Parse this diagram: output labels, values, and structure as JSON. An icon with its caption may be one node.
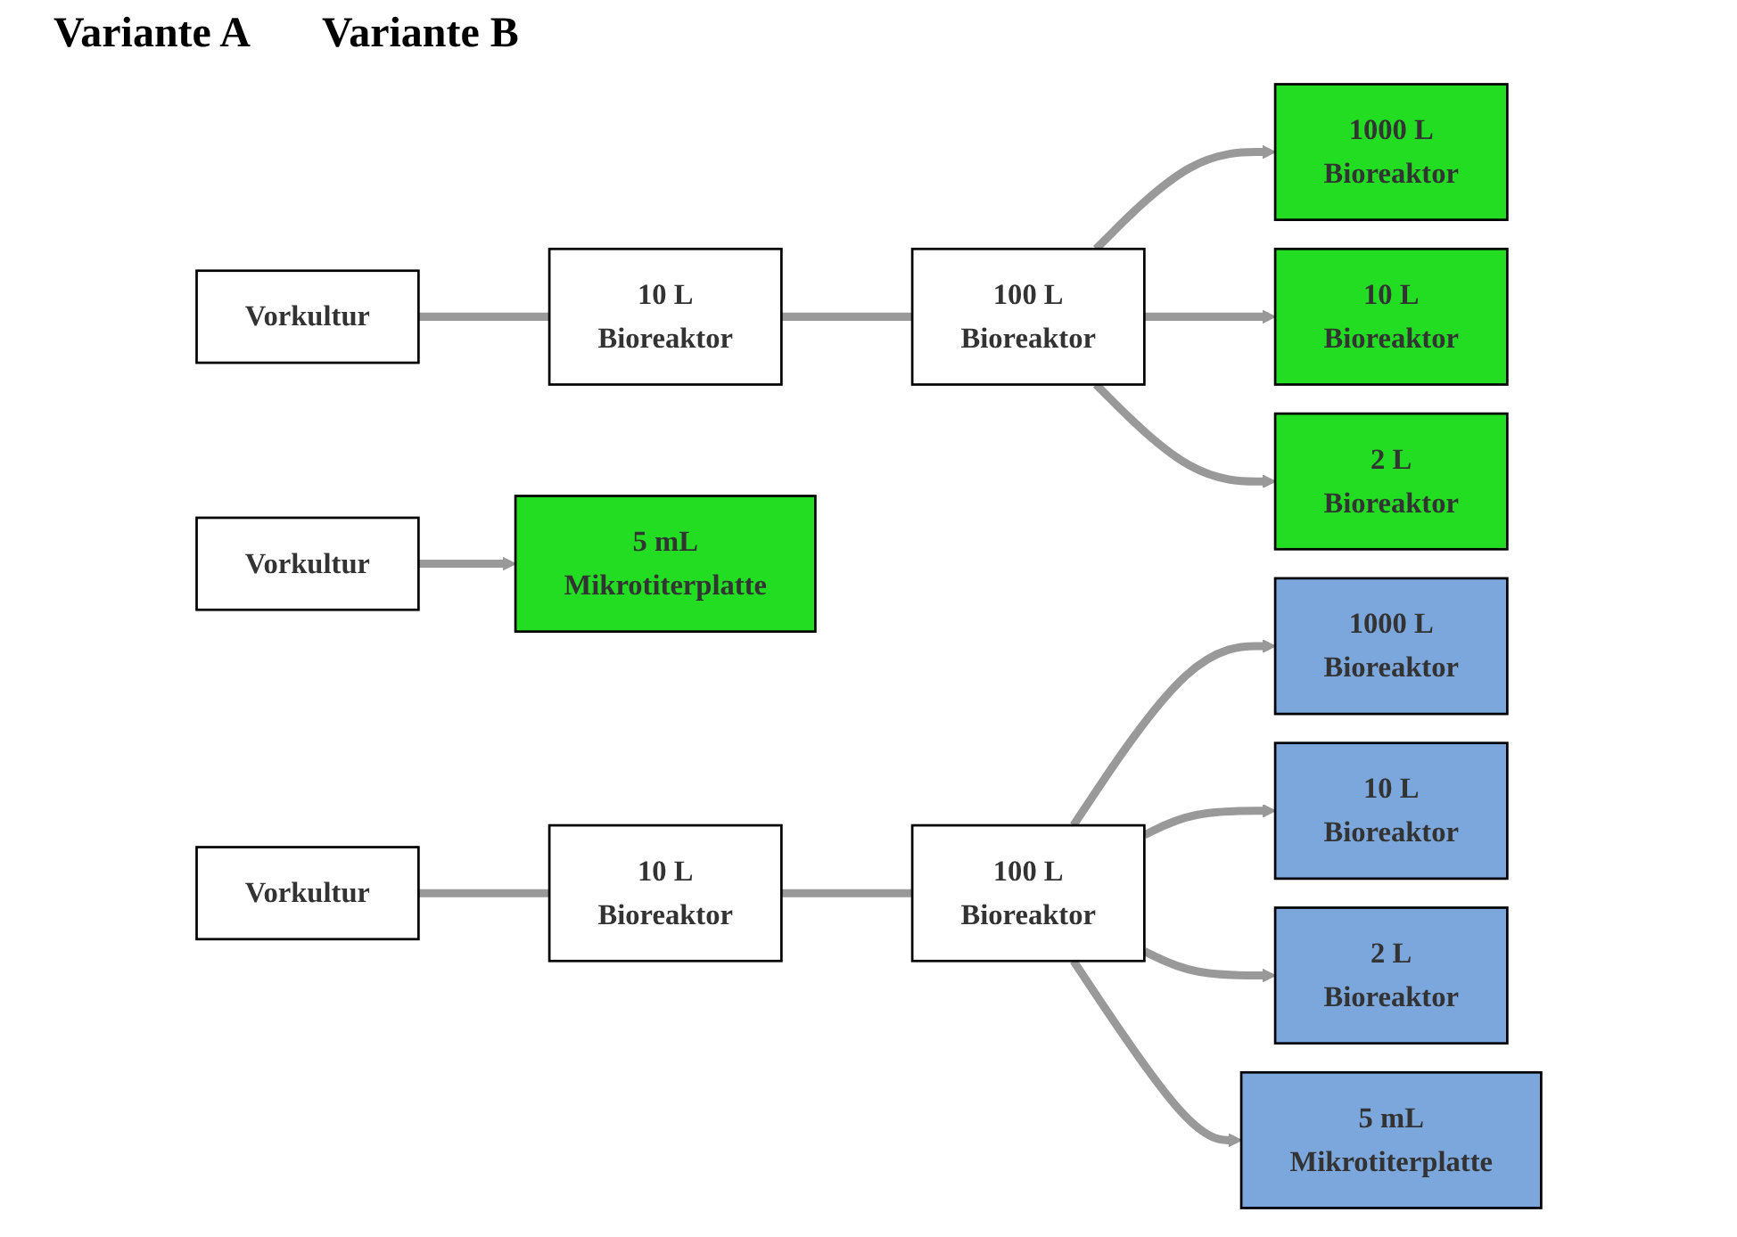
{
  "diagram": {
    "nodes": [
      {
        "text": [
          "Vorkultur"
        ]
      },
      {
        "text": [
          "10 L",
          "Bioreaktor"
        ]
      },
      {
        "text": [
          "100 L",
          "Bioreaktor"
        ]
      },
      {
        "text": [
          "1000 L",
          "Bioreaktor"
        ]
      },
      {
        "text": [
          "10 L",
          "Bioreaktor"
        ]
      },
      {
        "text": [
          "2 L",
          "Bioreaktor"
        ]
      },
      {
        "text": [
          "Vorkultur"
        ]
      },
      {
        "text": [
          "5 mL",
          "Mikrotiterplatte"
        ]
      },
      {
        "text": [
          "Vorkultur"
        ]
      },
      {
        "text": [
          "10 L",
          "Bioreaktor"
        ]
      },
      {
        "text": [
          "100 L",
          "Bioreaktor"
        ]
      },
      {
        "text": [
          "1000 L",
          "Bioreaktor"
        ]
      },
      {
        "text": [
          "10 L",
          "Bioreaktor"
        ]
      },
      {
        "text": [
          "2 L",
          "Bioreaktor"
        ]
      },
      {
        "text": [
          "5 mL",
          "Mikrotiterplatte"
        ]
      }
    ],
    "edges": [
      {
        "from": 0,
        "to": 1,
        "arrow": "none"
      },
      {
        "from": 1,
        "to": 2,
        "arrow": "none"
      },
      {
        "from": 2,
        "to": 3,
        "arrow": "to"
      },
      {
        "from": 2,
        "to": 4,
        "arrow": "to"
      },
      {
        "from": 2,
        "to": 5,
        "arrow": "to"
      },
      {
        "from": 6,
        "to": 7,
        "arrow": "to"
      },
      {
        "from": 8,
        "to": 9,
        "arrow": "none"
      },
      {
        "from": 9,
        "to": 10,
        "arrow": "none"
      },
      {
        "from": 10,
        "to": 11,
        "arrow": "to"
      },
      {
        "from": 10,
        "to": 12,
        "arrow": "to"
      },
      {
        "from": 10,
        "to": 13,
        "arrow": "to"
      },
      {
        "from": 10,
        "to": 14,
        "arrow": "to"
      }
    ],
    "labels": [
      "Variante A",
      "Variante B"
    ]
  }
}
